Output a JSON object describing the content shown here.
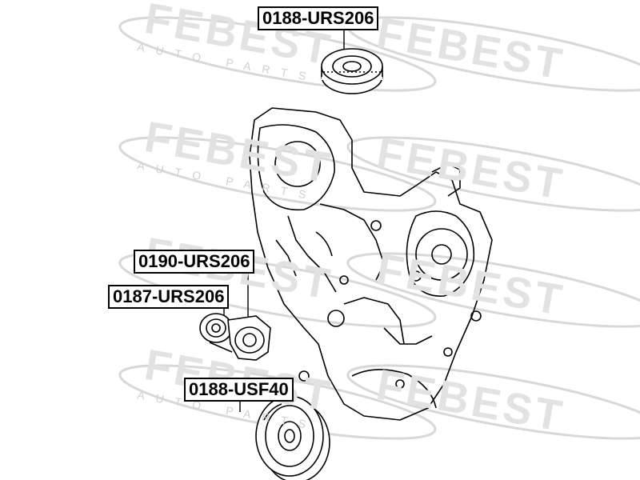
{
  "watermark": {
    "brand": "FEBEST",
    "tagline": "AUTO PARTS"
  },
  "labels": {
    "top_idler": "0188-URS206",
    "tensioner": "0190-URS206",
    "tensioner_pulley": "0187-URS206",
    "crank_pulley": "0188-USF40"
  },
  "colors": {
    "watermark": "#dedede",
    "line": "#000000",
    "background": "#ffffff"
  },
  "icons": [
    "engine-timing-cover-icon",
    "idler-pulley-icon",
    "tensioner-icon",
    "crankshaft-pulley-icon"
  ]
}
